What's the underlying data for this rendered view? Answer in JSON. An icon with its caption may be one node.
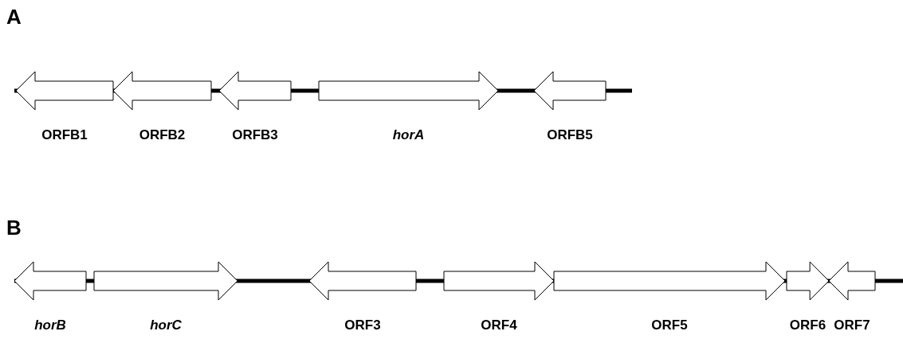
{
  "diagram": {
    "nodes": [
      {
        "text": [
          "ORFB1"
        ]
      },
      {
        "text": [
          "ORFB2"
        ]
      },
      {
        "text": [
          "ORFB3"
        ]
      },
      {
        "text": [
          "horA"
        ]
      },
      {
        "text": [
          "ORFB5"
        ]
      },
      {
        "text": [
          "horB"
        ]
      },
      {
        "text": [
          "horC"
        ]
      },
      {
        "text": [
          "ORF3"
        ]
      },
      {
        "text": [
          "ORF4"
        ]
      },
      {
        "text": [
          "ORF5"
        ]
      },
      {
        "text": [
          "ORF6"
        ]
      },
      {
        "text": [
          "ORF7"
        ]
      }
    ],
    "edges": [],
    "labels": [
      "A",
      "B"
    ]
  }
}
